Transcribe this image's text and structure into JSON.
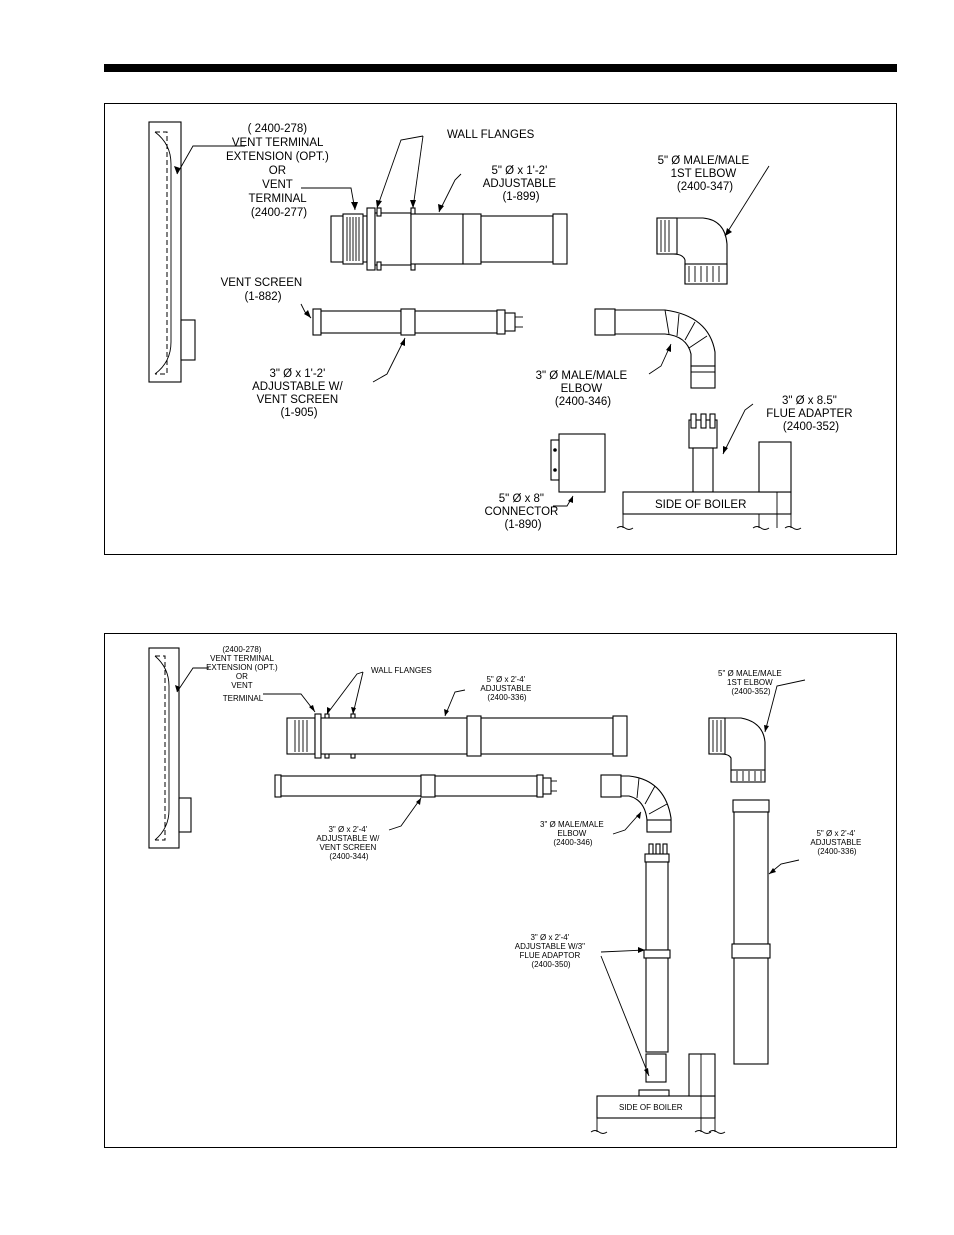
{
  "figure1": {
    "vent_terminal_ext": [
      "( 2400-278)",
      "VENT TERMINAL",
      "EXTENSION (OPT.)",
      "OR",
      "VENT",
      "TERMINAL",
      "(2400-277)"
    ],
    "wall_flanges": "WALL FLANGES",
    "adjustable_5": [
      "5\" Ø x 1'-2'",
      "ADJUSTABLE",
      "(1-899)"
    ],
    "elbow_5": [
      "5\" Ø MALE/MALE",
      "1ST ELBOW",
      "(2400-347)"
    ],
    "vent_screen": [
      "VENT SCREEN",
      "(1-882)"
    ],
    "adjustable_3": [
      "3\" Ø  x 1'-2'",
      "ADJUSTABLE W/",
      "VENT SCREEN",
      "(1-905)"
    ],
    "elbow_3": [
      "3\" Ø  MALE/MALE",
      "ELBOW",
      "(2400-346)"
    ],
    "flue_adapter": [
      "3\" Ø  x 8.5\"",
      "FLUE ADAPTER",
      "(2400-352)"
    ],
    "connector": [
      "5\" Ø x 8\"",
      "CONNECTOR",
      "(1-890)"
    ],
    "side_of_boiler": "SIDE OF BOILER"
  },
  "figure2": {
    "vent_terminal_ext": [
      "(2400-278)",
      "VENT TERMINAL",
      "EXTENSION (OPT.)",
      "OR",
      "VENT",
      "TERMINAL"
    ],
    "wall_flanges": "WALL FLANGES",
    "adjustable_5_top": [
      "5\" Ø x 2'-4'",
      "ADJUSTABLE",
      "(2400-336)"
    ],
    "elbow_5": [
      "5\" Ø MALE/MALE",
      "1ST ELBOW",
      "(2400-352)"
    ],
    "adjustable_3_screen": [
      "3\" Ø  x 2'-4'",
      "ADJUSTABLE W/",
      "VENT SCREEN",
      "(2400-344)"
    ],
    "elbow_3": [
      "3\" Ø  MALE/MALE",
      "ELBOW",
      "(2400-346)"
    ],
    "adjustable_5_right": [
      "5\" Ø x 2'-4'",
      "ADJUSTABLE",
      "(2400-336)"
    ],
    "adjustable_3_flue": [
      "3\" Ø  x 2'-4'",
      "ADJUSTABLE W/3\"",
      "FLUE ADAPTOR",
      "(2400-350)"
    ],
    "side_of_boiler": "SIDE OF BOILER"
  }
}
